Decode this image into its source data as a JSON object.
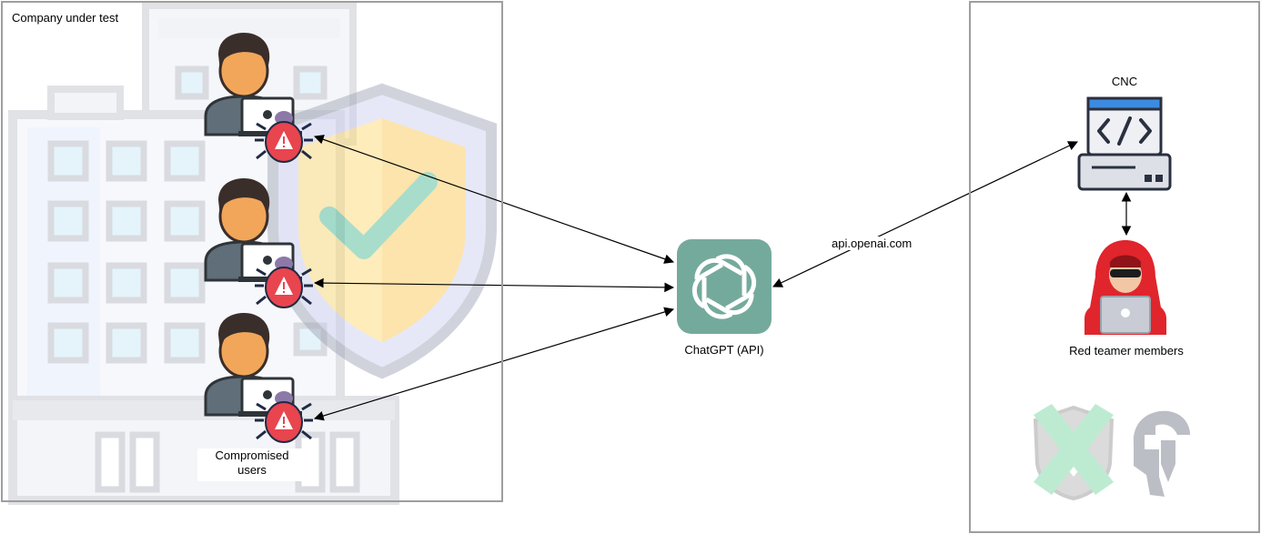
{
  "left_panel": {
    "title": "Company under test",
    "compromised_label_line1": "Compromised",
    "compromised_label_line2": "users"
  },
  "center": {
    "chatgpt_label": "ChatGPT (API)",
    "endpoint_label": "api.openai.com"
  },
  "right_panel": {
    "cnc_label": "CNC",
    "red_team_label": "Red teamer members"
  },
  "colors": {
    "chatgpt_tile": "#74aa9c",
    "hacker_red": "#e0252c",
    "bug_red": "#e8454f",
    "panel_border": "#9e9e9e"
  },
  "icons": [
    "office-building-icon",
    "shield-check-icon",
    "user-laptop-icon",
    "malware-bug-icon",
    "openai-logo-icon",
    "code-server-icon",
    "hacker-icon",
    "havoc-logo-icon",
    "spartan-helmet-icon"
  ]
}
